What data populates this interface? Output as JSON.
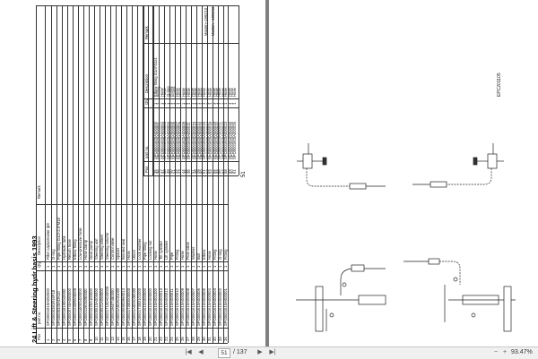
{
  "left_page": {
    "title": "24 Lift & Steering hydr.basis    1993",
    "page_number": "51",
    "headers": {
      "pos": "Pos",
      "part_no": "part no.",
      "qty": "Qty",
      "description": "Description",
      "remark": "Remark"
    },
    "rows_a": [
      {
        "pos": "1",
        "part": "SPO0001919A050000",
        "qty": "1",
        "desc": "Filler cap&strainer ф9"
      },
      {
        "pos": "2",
        "part": "SPO0000381R16F18",
        "qty": "1",
        "desc": "O-ring"
      },
      {
        "pos": "3",
        "part": "SPO0000340ADN10",
        "qty": "1",
        "desc": "Pipe fitting G1/2-2.5*M18"
      },
      {
        "pos": "4",
        "part": "SPO00018190040000",
        "qty": "1",
        "desc": "Hydraulic tank"
      },
      {
        "pos": "5",
        "part": "SPO0000740A080000",
        "qty": "1",
        "desc": "Return hose"
      },
      {
        "pos": "6",
        "part": "SPO0001230R005000",
        "qty": "1",
        "desc": "Elbow fitting"
      },
      {
        "pos": "7",
        "part": "SPO0001800S400000",
        "qty": "1",
        "desc": "Low-pressure hose"
      },
      {
        "pos": "8",
        "part": "SPO0001190S090000",
        "qty": "1",
        "desc": "Hose clamp"
      },
      {
        "pos": "9",
        "part": "SPO0001520A100000",
        "qty": "1",
        "desc": "Gear pump"
      },
      {
        "pos": "10",
        "part": "SPO0000510A005000",
        "qty": "1",
        "desc": "Steering unit"
      },
      {
        "pos": "11",
        "part": "SPO0000521A050000",
        "qty": "1",
        "desc": "Steering wheel"
      },
      {
        "pos": "12",
        "part": "SPO00017100A040000",
        "qty": "1",
        "desc": "Steering column"
      },
      {
        "pos": "13",
        "part": "SPO0001960T480000",
        "qty": "1",
        "desc": "Control valve"
      },
      {
        "pos": "14",
        "part": "SPO0001A60A031000",
        "qty": "1",
        "desc": "Spacer"
      },
      {
        "pos": "15",
        "part": "SPO0000590S960013",
        "qty": "1",
        "desc": "Bonded seal"
      },
      {
        "pos": "16",
        "part": "SPO0001730D000000",
        "qty": "1",
        "desc": "Hose"
      },
      {
        "pos": "17",
        "part": "SPO0001A60A030000",
        "qty": "1",
        "desc": "Union"
      },
      {
        "pos": "18",
        "part": "SPO0001730D101000",
        "qty": "1",
        "desc": "Lock washer"
      },
      {
        "pos": "19",
        "part": "SPO0001610A000000",
        "qty": "1",
        "desc": "Pipe fitting"
      },
      {
        "pos": "20",
        "part": "SPO0001610A005000",
        "qty": "1",
        "desc": "Locking nut"
      },
      {
        "pos": "21",
        "part": "SPO0001610A001000",
        "qty": "1",
        "desc": "Hose"
      },
      {
        "pos": "22",
        "part": "SPO0001610A000013",
        "qty": "1",
        "desc": "Tilt cylinder"
      },
      {
        "pos": "23",
        "part": "SPO0001610A000012",
        "qty": "1",
        "desc": "Lift cylinder"
      },
      {
        "pos": "24",
        "part": "SPO0001610A000011",
        "qty": "1",
        "desc": "Pipe"
      },
      {
        "pos": "25",
        "part": "SPO0001610A000010",
        "qty": "1",
        "desc": "Fitting"
      },
      {
        "pos": "26",
        "part": "SPO0001610A000009",
        "qty": "1",
        "desc": "Hose"
      },
      {
        "pos": "27",
        "part": "SPO0001610A000008",
        "qty": "1",
        "desc": "Flow valve"
      },
      {
        "pos": "28",
        "part": "SPO0001610A000007",
        "qty": "1",
        "desc": "Washer"
      },
      {
        "pos": "29",
        "part": "SPO0001610A000006",
        "qty": "1",
        "desc": "Bolt"
      },
      {
        "pos": "30",
        "part": "SPO0001610A000005",
        "qty": "1",
        "desc": "Elbow"
      },
      {
        "pos": "31",
        "part": "SPO0001610A000004",
        "qty": "1",
        "desc": "Hose"
      },
      {
        "pos": "32",
        "part": "SPO0001610A000003",
        "qty": "1",
        "desc": "Fitting"
      },
      {
        "pos": "33",
        "part": "SPO0001610A000002",
        "qty": "1",
        "desc": "O-ring"
      },
      {
        "pos": "34",
        "part": "SPO0001610A000001",
        "qty": "1",
        "desc": "Fitting"
      }
    ],
    "rows_b": [
      {
        "pos": "35",
        "part": "SPO0001920A000000",
        "qty": "1",
        "desc": "Elbow fitting G1/4*G1/4"
      },
      {
        "pos": "36",
        "part": "SPO0001920A000001",
        "qty": "1",
        "desc": "Fitting"
      },
      {
        "pos": "37",
        "part": "SPO0001920A000002",
        "qty": "1",
        "desc": "Hose"
      },
      {
        "pos": "38",
        "part": "SPO0001920A000003",
        "qty": "1",
        "desc": "Hose"
      },
      {
        "pos": "39",
        "part": "SPO0001920A000004",
        "qty": "1",
        "desc": "O-ring"
      },
      {
        "pos": "40",
        "part": "SPO0001920A000005",
        "qty": "1",
        "desc": "Fitting"
      },
      {
        "pos": "41",
        "part": "SPO0001920A000006",
        "qty": "1",
        "desc": "Fitting"
      },
      {
        "pos": "42",
        "part": "SPO0001920A000007",
        "qty": "1",
        "desc": "Hose"
      },
      {
        "pos": "43",
        "part": "SPO0001920A000008",
        "qty": "1",
        "desc": "Hose"
      },
      {
        "pos": "44",
        "part": "SPO0001920A000009",
        "qty": "1",
        "desc": "Hose"
      },
      {
        "pos": "45",
        "part": "SPO0001920A000010",
        "qty": "1",
        "desc": "Hose"
      },
      {
        "pos": "46",
        "part": "SPO0001920A000011",
        "qty": "1",
        "desc": "Hose"
      },
      {
        "pos": "47",
        "part": "SPO0001920A000012",
        "qty": "1",
        "desc": "Hose"
      },
      {
        "pos": "48",
        "part": "SPO0001920A000013",
        "qty": "1",
        "desc": "Hose"
      },
      {
        "pos": "49",
        "part": "SPO0001920A000014",
        "qty": "1",
        "desc": "Hose"
      },
      {
        "pos": "50",
        "part": "SPO0001920A000015",
        "qty": "1",
        "desc": "Hose"
      },
      {
        "pos": "51",
        "part": "SPO0001920A000016",
        "qty": "1",
        "desc": "Hose"
      },
      {
        "pos": "52",
        "part": "SPO0001920A000017",
        "qty": "1",
        "desc": "Hose"
      },
      {
        "pos": "53",
        "part": "SPO0001920A000018",
        "qty": "1",
        "desc": "Hose"
      },
      {
        "pos": "54",
        "part": "SPO0001920A000019",
        "qty": "1",
        "desc": "Hose"
      },
      {
        "pos": "55",
        "part": "SPO0001920A000020",
        "qty": "1",
        "desc": "Hose"
      },
      {
        "pos": "56",
        "part": "SPO0001920A000021",
        "qty": "1",
        "desc": "Hose"
      },
      {
        "pos": "57",
        "part": "SPO0001920A000022",
        "qty": "1",
        "desc": "Hose"
      },
      {
        "pos": "58",
        "part": "SPO0001920A000023",
        "qty": "1",
        "desc": "Hose"
      },
      {
        "pos": "59",
        "part": "SPO0001920A000024",
        "qty": "1",
        "desc": "Hose"
      },
      {
        "pos": "60",
        "part": "SPO0001920A000025",
        "qty": "1",
        "desc": "Hose"
      },
      {
        "pos": "61",
        "part": "SPO0001920A000026",
        "qty": "1",
        "desc": "Hose"
      }
    ],
    "remarks_b": [
      {
        "text": "Masten~1992/10"
      },
      {
        "text": "Masten    ~1992/10"
      }
    ]
  },
  "right_page": {
    "figure_code": "EPC201105"
  },
  "status_bar": {
    "first_page_icon": "|◀",
    "prev_page_icon": "◀",
    "current_page": "51",
    "page_total": "/ 137",
    "next_page_icon": "▶",
    "last_page_icon": "▶|",
    "zoom_out_icon": "−",
    "zoom_in_icon": "+",
    "zoom": "93.47%"
  }
}
